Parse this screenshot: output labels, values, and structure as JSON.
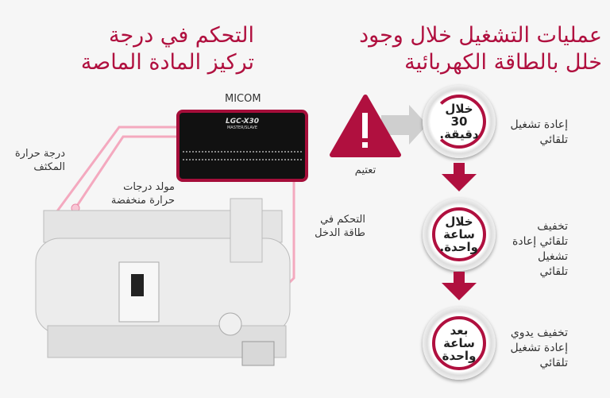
{
  "titles": {
    "right": "عمليات التشغيل خلال وجود خلل بالطاقة الكهربائية",
    "left": "التحكم في درجة تركيز المادة الماصة"
  },
  "panel": {
    "label": "MICOM",
    "model": "LGC-X30",
    "sub": "MASTER/SLAVE"
  },
  "warning": {
    "label": "تعتيم"
  },
  "labels": {
    "condenser": "درجة حرارة المكثف",
    "generator": "مولد درجات حرارة منخفضة",
    "input_power": "التحكم في طاقة الدخل"
  },
  "steps": [
    {
      "clock": "خلال 30 دقيقة.",
      "desc": "إعادة تشغيل تلقائي"
    },
    {
      "clock": "خلال ساعة واحدة.",
      "desc": "تخفيف تلقائي إعادة تشغيل تلقائي"
    },
    {
      "clock": "بعد ساعة واحدة",
      "desc": "تخفيف يدوي إعادة تشغيل تلقائي"
    }
  ],
  "colors": {
    "accent": "#b0103f",
    "line": "#f2a0b8"
  }
}
